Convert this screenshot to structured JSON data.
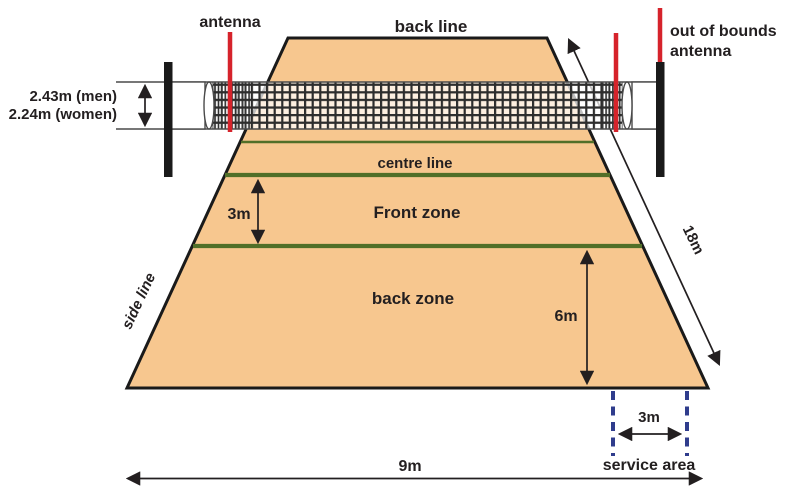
{
  "net": {
    "antenna_label": "antenna",
    "out_of_bounds_label_line1": "out of bounds",
    "out_of_bounds_label_line2": "antenna",
    "height_men": "2.43m (men)",
    "height_women": "2.24m (women)"
  },
  "court": {
    "back_line_label": "back line",
    "centre_line_label": "centre line",
    "front_zone_label": "Front zone",
    "back_zone_label": "back zone",
    "side_line_label": "side line"
  },
  "dimensions": {
    "front_zone_depth": "3m",
    "back_zone_depth": "6m",
    "court_length": "18m",
    "court_width": "9m",
    "service_area_width": "3m",
    "service_area_label": "service area"
  },
  "colors": {
    "court_fill": "#F7C78F",
    "court_outline": "#1A1A1A",
    "zone_line_green": "#516F28",
    "antenna_red": "#D6232B",
    "service_dash_blue": "#2F3C8C",
    "text_color": "#231F20"
  }
}
